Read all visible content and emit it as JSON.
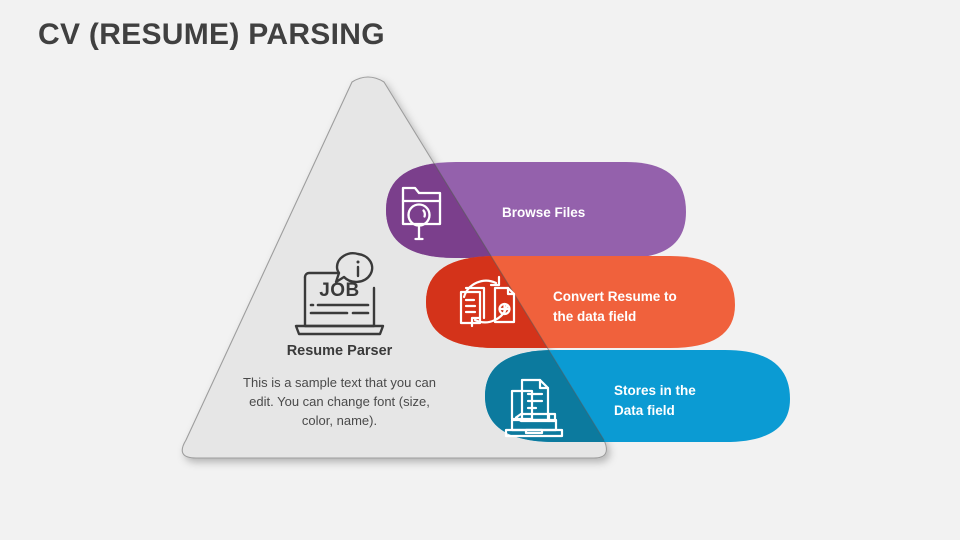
{
  "slide": {
    "title": "CV (RESUME) PARSING",
    "background_color": "#f2f2f2",
    "title_color": "#404040"
  },
  "center": {
    "shape": "triangle",
    "fill_color": "#e6e6e6",
    "border_color": "#a6a6a6",
    "icon_name": "job-laptop-info-icon",
    "heading": "Resume Parser",
    "body": "This is a sample text that you can edit. You can change font (size, color, name)."
  },
  "steps": [
    {
      "label": "Browse Files",
      "icon_name": "folder-search-icon",
      "color": "#9461ac",
      "color_dark": "#7b3f8c"
    },
    {
      "label": "Convert Resume to the data field",
      "line1": "Convert Resume to",
      "line2": "the data field",
      "icon_name": "document-convert-icon",
      "color": "#f0613c",
      "color_dark": "#d4331a"
    },
    {
      "label": "Stores in the Data field",
      "line1": "Stores in the",
      "line2": "Data field",
      "icon_name": "document-print-store-icon",
      "color": "#0b9bd3",
      "color_dark": "#0c7a9e"
    }
  ]
}
